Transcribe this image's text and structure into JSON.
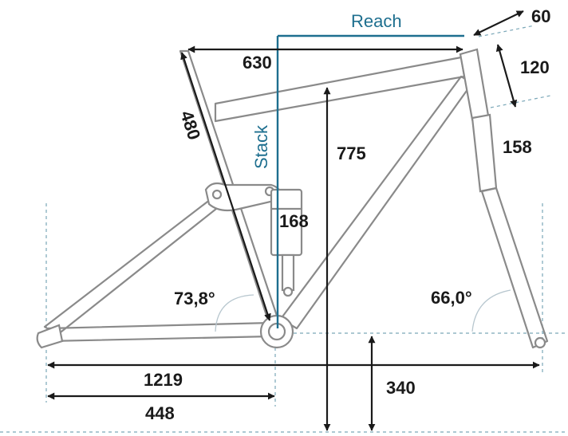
{
  "diagram": {
    "labels": {
      "reach": "Reach",
      "stack": "Stack",
      "reach_mm": "630",
      "stem_length": "60",
      "headtube_stack": "120",
      "fork_length": "158",
      "seattube": "480",
      "stack_total": "775",
      "shock": "168",
      "seat_angle": "73,8°",
      "head_angle": "66,0°",
      "wheelbase": "1219",
      "chainstay": "448",
      "bb_height": "340"
    },
    "colors": {
      "frame": "#8a8a8a",
      "dimension": "#1a1a1a",
      "accent_blue": "#1e6f8f",
      "guide": "#7aa7b8"
    }
  }
}
